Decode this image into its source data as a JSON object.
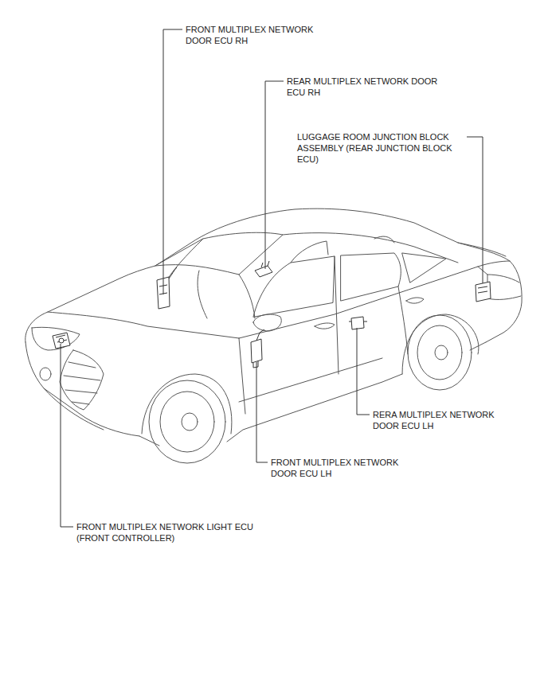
{
  "diagram": {
    "labels": [
      "FRONT MULTIPLEX NETWORK DOOR ECU RH",
      "REAR MULTIPLEX NETWORK DOOR ECU RH",
      "LUGGAGE ROOM JUNCTION BLOCK ASSEMBLY (REAR JUNCTION BLOCK ECU)",
      "RERA MULTIPLEX NETWORK DOOR ECU LH",
      "FRONT MULTIPLEX NETWORK DOOR ECU LH",
      "FRONT MULTIPLEX NETWORK LIGHT ECU (FRONT CONTROLLER)"
    ]
  }
}
